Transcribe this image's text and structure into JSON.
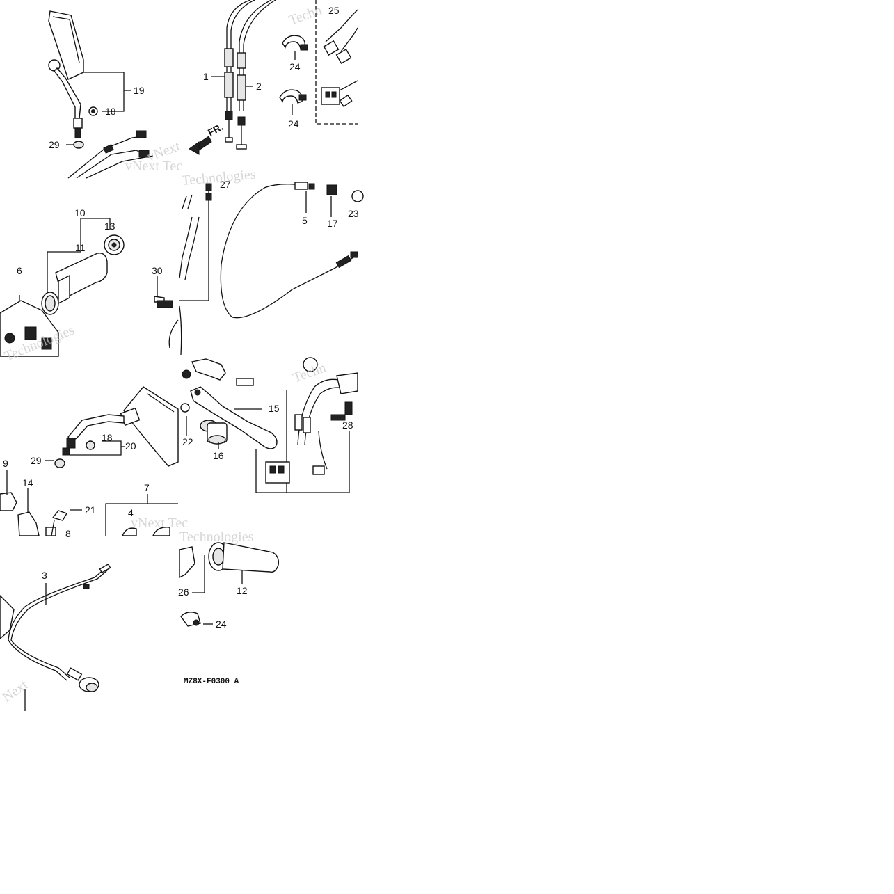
{
  "diagram": {
    "code": "MZ8X-F0300 A",
    "watermarks": [
      "Techn",
      "vNext Tec",
      "Technologies",
      "vNext",
      "vNext Tec",
      "Technologies",
      "Techn",
      "Next",
      "Technologies"
    ],
    "callouts": {
      "c1": "1",
      "c2": "2",
      "c3": "3",
      "c4": "4",
      "c5": "5",
      "c6": "6",
      "c7": "7",
      "c8": "8",
      "c9": "9",
      "c10": "10",
      "c11": "11",
      "c12": "12",
      "c13": "13",
      "c14": "14",
      "c15": "15",
      "c16": "16",
      "c17": "17",
      "c18a": "18",
      "c18b": "18",
      "c19": "19",
      "c20": "20",
      "c21": "21",
      "c22": "22",
      "c23": "23",
      "c24a": "24",
      "c24b": "24",
      "c24c": "24",
      "c25": "25",
      "c26": "26",
      "c27": "27",
      "c28": "28",
      "c29a": "29",
      "c29b": "29",
      "c30": "30",
      "fr": "FR."
    }
  }
}
